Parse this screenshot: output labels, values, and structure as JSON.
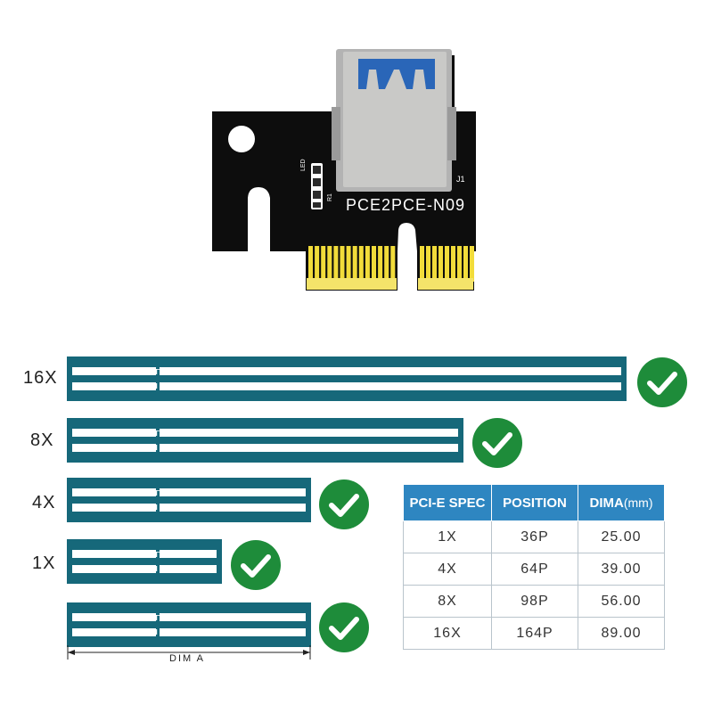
{
  "board": {
    "model_label": "PCE2PCE-N09",
    "led_label": "LED",
    "r1_label": "R1",
    "j1_label": "J1"
  },
  "slots": [
    {
      "label": "16X"
    },
    {
      "label": "8X"
    },
    {
      "label": "4X"
    },
    {
      "label": "1X"
    },
    {
      "label": ""
    }
  ],
  "dim_label": "DIM A",
  "table": {
    "headers": [
      "PCI-E SPEC",
      "POSITION",
      "DIMA"
    ],
    "header_unit": "(mm)",
    "rows": [
      [
        "1X",
        "36P",
        "25.00"
      ],
      [
        "4X",
        "64P",
        "39.00"
      ],
      [
        "8X",
        "98P",
        "56.00"
      ],
      [
        "16X",
        "164P",
        "89.00"
      ]
    ]
  },
  "colors": {
    "slot_teal": "#16687a",
    "check_green": "#1e8c3a",
    "table_header": "#2e86c1",
    "pcb_black": "#0d0d0d",
    "gold_contact": "#f2dc3a"
  }
}
